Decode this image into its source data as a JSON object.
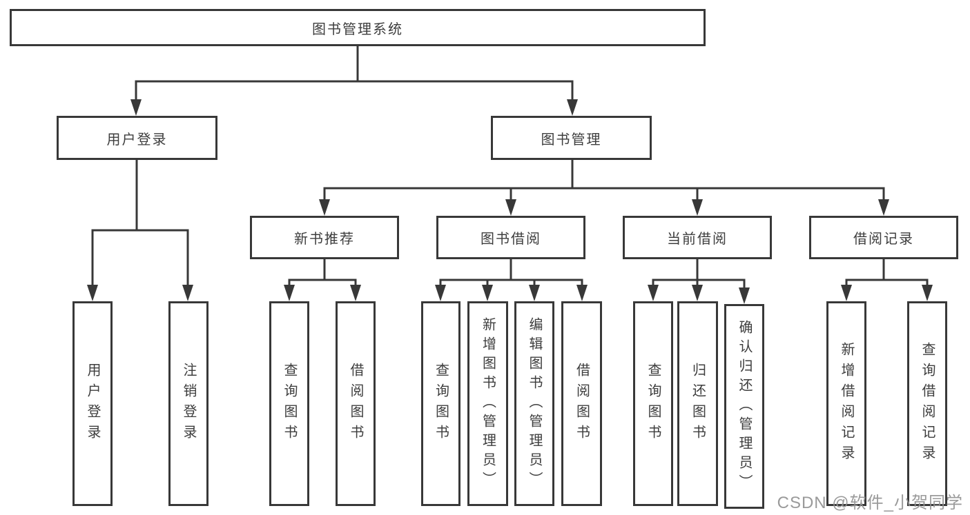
{
  "title": "图书管理系统",
  "tree": {
    "root": "图书管理系统",
    "branches": [
      {
        "label": "用户登录",
        "children": [
          "用户登录",
          "注销登录"
        ]
      },
      {
        "label": "图书管理",
        "sections": [
          {
            "label": "新书推荐",
            "children": [
              "查询图书",
              "借阅图书"
            ]
          },
          {
            "label": "图书借阅",
            "children": [
              "查询图书",
              "新增图书（管理员）",
              "编辑图书（管理员）",
              "借阅图书"
            ]
          },
          {
            "label": "当前借阅",
            "children": [
              "查询图书",
              "归还图书",
              "确认归还（管理员）"
            ]
          },
          {
            "label": "借阅记录",
            "children": [
              "新增借阅记录",
              "查询借阅记录"
            ]
          }
        ]
      }
    ]
  },
  "watermark": "CSDN @软件_小贺同学",
  "colors": {
    "line": "#383838",
    "box_border": "#383838",
    "text": "#3d3d3d",
    "watermark_text": "#919191",
    "background": "#ffffff"
  }
}
